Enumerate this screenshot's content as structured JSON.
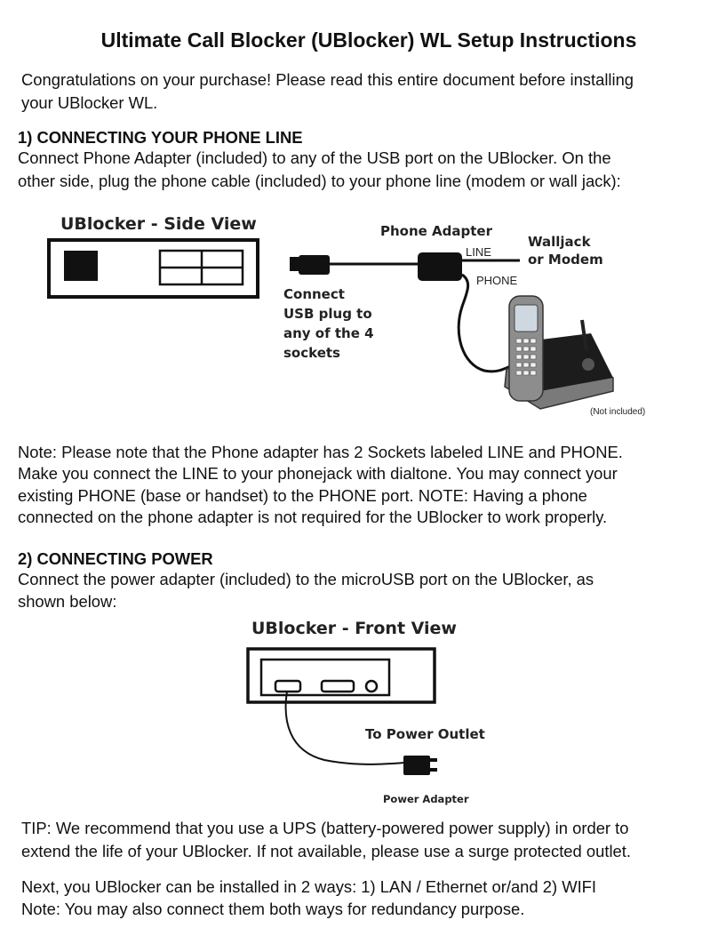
{
  "title": "Ultimate Call Blocker (UBlocker) WL Setup Instructions",
  "intro": [
    "Congratulations on your purchase!  Please read this entire document before installing",
    "your UBlocker WL."
  ],
  "section1": {
    "heading": "1)  CONNECTING YOUR PHONE LINE",
    "text": [
      "Connect Phone Adapter (included) to any of the USB port on the UBlocker.  On the",
      "other side, plug the phone cable (included) to your phone line (modem or wall jack):"
    ],
    "diagram": {
      "side_view_title": "UBlocker - Side View",
      "phone_adapter": "Phone Adapter",
      "line_label": "LINE",
      "phone_label": "PHONE",
      "walljack": [
        "Walljack",
        "or Modem"
      ],
      "connect_usb": [
        "Connect",
        "USB plug to",
        "any of the 4",
        "sockets"
      ],
      "not_included": "(Not included)"
    },
    "note": [
      "Note: Please note that the Phone adapter has 2 Sockets labeled LINE and PHONE.",
      "Make you connect the LINE to your phonejack with dialtone.  You may connect your",
      "existing PHONE (base or handset) to the PHONE port.   NOTE:  Having a phone",
      "connected on the phone adapter is not required for the UBlocker to work properly."
    ]
  },
  "section2": {
    "heading": "2) CONNECTING POWER",
    "text": [
      "Connect the power adapter (included) to the microUSB port on the UBlocker, as",
      "shown below:"
    ],
    "diagram": {
      "front_view_title": "UBlocker - Front View",
      "to_power_outlet": "To Power Outlet",
      "power_adapter": "Power Adapter"
    },
    "tip": [
      "TIP:  We recommend that you use a UPS (battery-powered power supply) in order to",
      "extend the life of your UBlocker.  If not available, please use a surge protected outlet."
    ]
  },
  "next": [
    "Next, you UBlocker can be installed in 2 ways:  1) LAN / Ethernet or/and 2) WIFI",
    "Note: You may also connect them both ways for redundancy purpose."
  ]
}
